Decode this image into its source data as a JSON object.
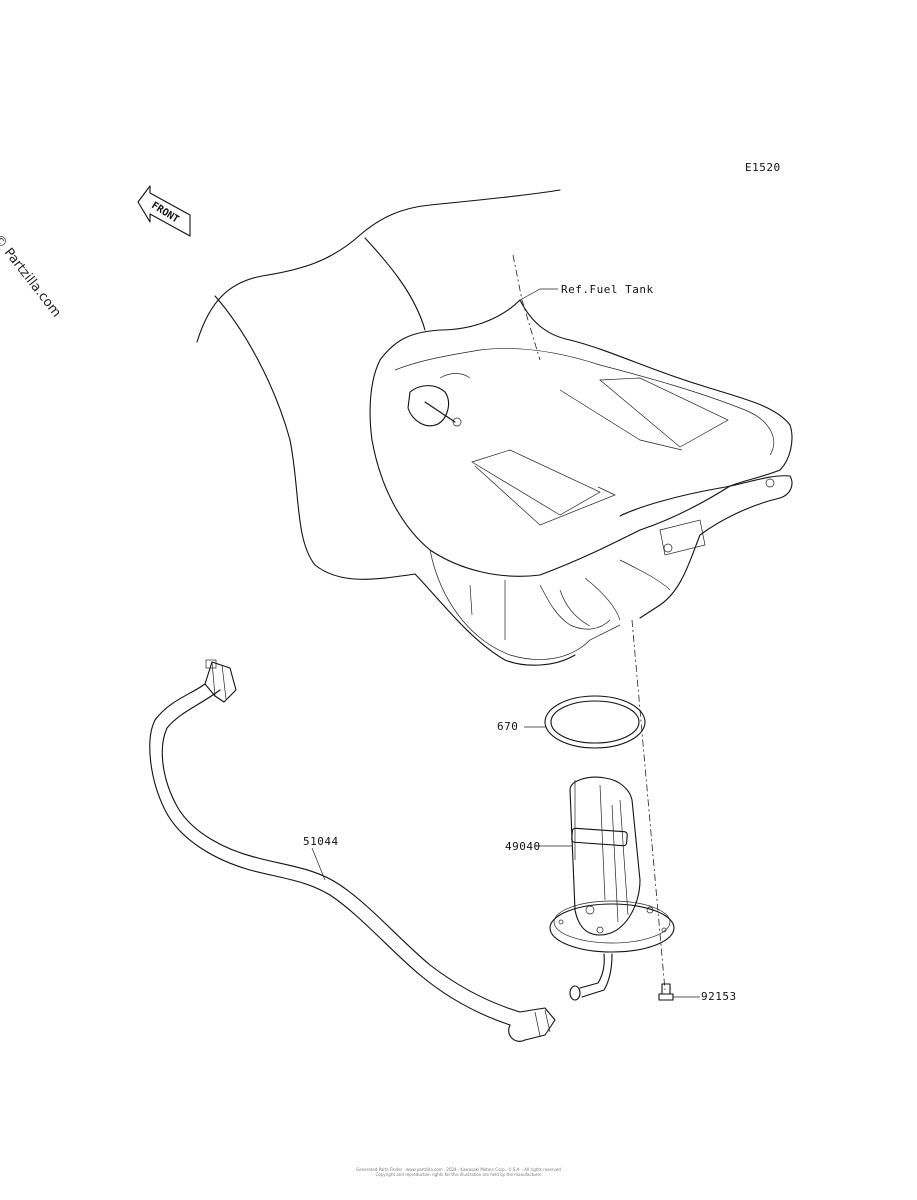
{
  "diagram": {
    "code": "E1520",
    "front_label": "FRONT",
    "watermark": "© Partzilla.com",
    "ref_label": "Ref.Fuel Tank",
    "parts": [
      {
        "number": "670",
        "name": "gasket-ring"
      },
      {
        "number": "49040",
        "name": "fuel-pump"
      },
      {
        "number": "51044",
        "name": "fuel-hose"
      },
      {
        "number": "92153",
        "name": "bolt"
      }
    ],
    "footer_line1": "Generated Parts Finder · www.partzilla.com · 2024 · Kawasaki Motors Corp., U.S.A. · All rights reserved",
    "footer_line2": "Copyright and reproduction rights for this illustration are held by the manufacturer"
  }
}
